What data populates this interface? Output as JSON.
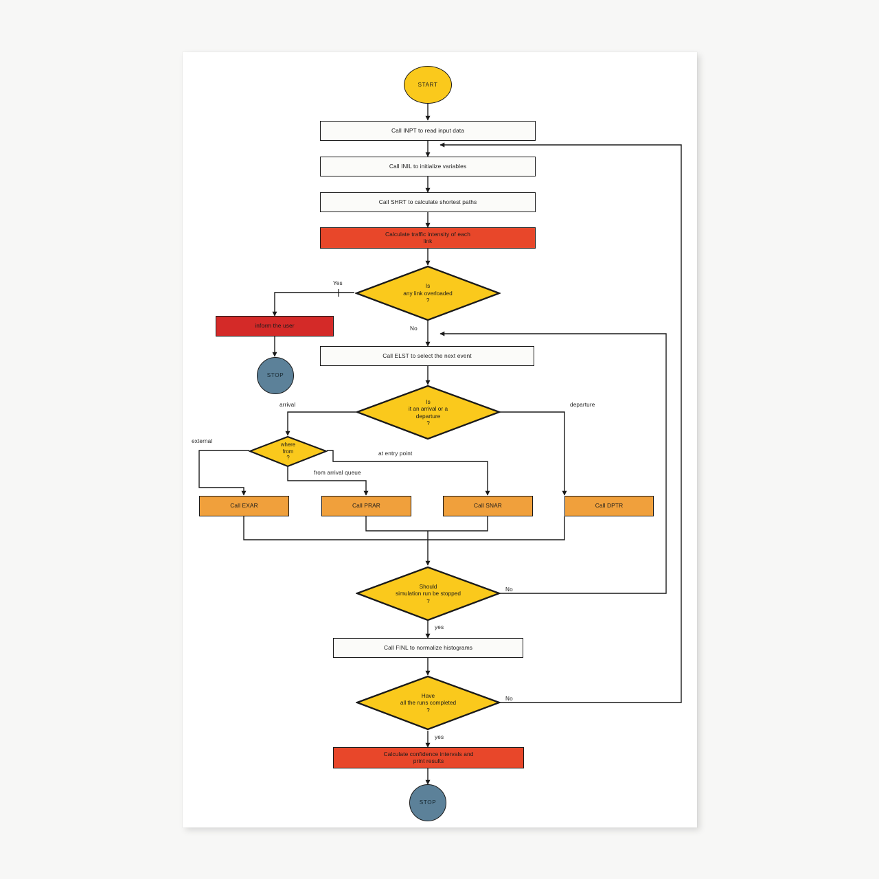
{
  "page": {
    "background_color": "#f7f7f6",
    "sheet_color": "#ffffff",
    "title": "Simulation program flowchart"
  },
  "palette": {
    "yellow": "#fac91c",
    "orange": "#f0a03c",
    "orange_red": "#e8472a",
    "red": "#d42a28",
    "slate_blue": "#5c8199",
    "white_box": "#fbfbf9",
    "stroke": "#1a1a1a"
  },
  "chart_data": {
    "type": "diagram",
    "title": "Simulation program flowchart",
    "nodes": [
      {
        "id": "start",
        "shape": "terminator",
        "label": "START",
        "color": "#fac91c"
      },
      {
        "id": "inpt",
        "shape": "process",
        "label": "Call INPT to read input data",
        "color": "#fbfbf9"
      },
      {
        "id": "inil",
        "shape": "process",
        "label": "Call INIL to initialize variables",
        "color": "#fbfbf9"
      },
      {
        "id": "shrt",
        "shape": "process",
        "label": "Call SHRT to calculate shortest paths",
        "color": "#fbfbf9"
      },
      {
        "id": "traffic",
        "shape": "process",
        "label": "Calculate traffic intensity of each\nlink",
        "color": "#e8472a"
      },
      {
        "id": "overloaded",
        "shape": "decision",
        "label": "Is\nany link overloaded\n?",
        "color": "#fac91c"
      },
      {
        "id": "inform",
        "shape": "process",
        "label": "inform the user",
        "color": "#d42a28"
      },
      {
        "id": "stop1",
        "shape": "terminator",
        "label": "STOP",
        "color": "#5c8199"
      },
      {
        "id": "elst",
        "shape": "process",
        "label": "Call ELST to select the next event",
        "color": "#fbfbf9"
      },
      {
        "id": "arrdep",
        "shape": "decision",
        "label": "Is\nit an arrival or a\ndeparture\n?",
        "color": "#fac91c"
      },
      {
        "id": "wherefrom",
        "shape": "decision",
        "label": "where\nfrom\n?",
        "color": "#fac91c"
      },
      {
        "id": "exar",
        "shape": "process",
        "label": "Call EXAR",
        "color": "#f0a03c"
      },
      {
        "id": "prar",
        "shape": "process",
        "label": "Call PRAR",
        "color": "#f0a03c"
      },
      {
        "id": "snar",
        "shape": "process",
        "label": "Call SNAR",
        "color": "#f0a03c"
      },
      {
        "id": "dptr",
        "shape": "process",
        "label": "Call DPTR",
        "color": "#f0a03c"
      },
      {
        "id": "stopped",
        "shape": "decision",
        "label": "Should\nsimulation run be stopped\n?",
        "color": "#fac91c"
      },
      {
        "id": "finl",
        "shape": "process",
        "label": "Call FINL to normalize histograms",
        "color": "#fbfbf9"
      },
      {
        "id": "runs",
        "shape": "decision",
        "label": "Have\nall the runs completed\n?",
        "color": "#fac91c"
      },
      {
        "id": "confidence",
        "shape": "process",
        "label": "Calculate confidence intervals and\nprint results",
        "color": "#e8472a"
      },
      {
        "id": "stop2",
        "shape": "terminator",
        "label": "STOP",
        "color": "#5c8199"
      }
    ],
    "edges": [
      {
        "from": "start",
        "to": "inpt",
        "label": ""
      },
      {
        "from": "inpt",
        "to": "inil",
        "label": ""
      },
      {
        "from": "inil",
        "to": "shrt",
        "label": ""
      },
      {
        "from": "shrt",
        "to": "traffic",
        "label": ""
      },
      {
        "from": "traffic",
        "to": "overloaded",
        "label": ""
      },
      {
        "from": "overloaded",
        "to": "inform",
        "label": "Yes"
      },
      {
        "from": "overloaded",
        "to": "elst",
        "label": "No"
      },
      {
        "from": "inform",
        "to": "stop1",
        "label": ""
      },
      {
        "from": "elst",
        "to": "arrdep",
        "label": ""
      },
      {
        "from": "arrdep",
        "to": "wherefrom",
        "label": "arrival"
      },
      {
        "from": "arrdep",
        "to": "dptr",
        "label": "departure"
      },
      {
        "from": "wherefrom",
        "to": "exar",
        "label": "external"
      },
      {
        "from": "wherefrom",
        "to": "prar",
        "label": "from arrival queue"
      },
      {
        "from": "wherefrom",
        "to": "snar",
        "label": "at entry point"
      },
      {
        "from": "exar",
        "to": "stopped",
        "label": ""
      },
      {
        "from": "prar",
        "to": "stopped",
        "label": ""
      },
      {
        "from": "snar",
        "to": "stopped",
        "label": ""
      },
      {
        "from": "dptr",
        "to": "stopped",
        "label": ""
      },
      {
        "from": "stopped",
        "to": "finl",
        "label": "yes"
      },
      {
        "from": "stopped",
        "to": "elst",
        "label": "No"
      },
      {
        "from": "finl",
        "to": "runs",
        "label": ""
      },
      {
        "from": "runs",
        "to": "confidence",
        "label": "yes"
      },
      {
        "from": "runs",
        "to": "inil",
        "label": "No"
      },
      {
        "from": "confidence",
        "to": "stop2",
        "label": ""
      }
    ]
  },
  "nodes": {
    "start": {
      "label": "START"
    },
    "inpt": {
      "label": "Call INPT to read input data"
    },
    "inil": {
      "label": "Call INIL to initialize variables"
    },
    "shrt": {
      "label": "Call SHRT to calculate shortest paths"
    },
    "traffic": {
      "label": "Calculate traffic intensity of each\nlink"
    },
    "overloaded": {
      "label": "Is\nany link overloaded\n?"
    },
    "inform": {
      "label": "inform the user"
    },
    "stop1": {
      "label": "STOP"
    },
    "elst": {
      "label": "Call ELST to select the next event"
    },
    "arrdep": {
      "label": "Is\nit an arrival or a\ndeparture\n?"
    },
    "wherefrom": {
      "label": "where\nfrom\n?"
    },
    "exar": {
      "label": "Call EXAR"
    },
    "prar": {
      "label": "Call PRAR"
    },
    "snar": {
      "label": "Call SNAR"
    },
    "dptr": {
      "label": "Call DPTR"
    },
    "stopped": {
      "label": "Should\nsimulation run be stopped\n?"
    },
    "finl": {
      "label": "Call FINL to normalize histograms"
    },
    "runs": {
      "label": "Have\nall the runs completed\n?"
    },
    "confidence": {
      "label": "Calculate confidence intervals and\nprint results"
    },
    "stop2": {
      "label": "STOP"
    }
  },
  "edge_labels": {
    "yes_overloaded": "Yes",
    "no_overloaded": "No",
    "arrival": "arrival",
    "departure": "departure",
    "external": "external",
    "from_queue": "from arrival queue",
    "at_entry_point": "at entry point",
    "no_stopped": "No",
    "yes_stopped": "yes",
    "no_runs": "No",
    "yes_runs": "yes"
  }
}
